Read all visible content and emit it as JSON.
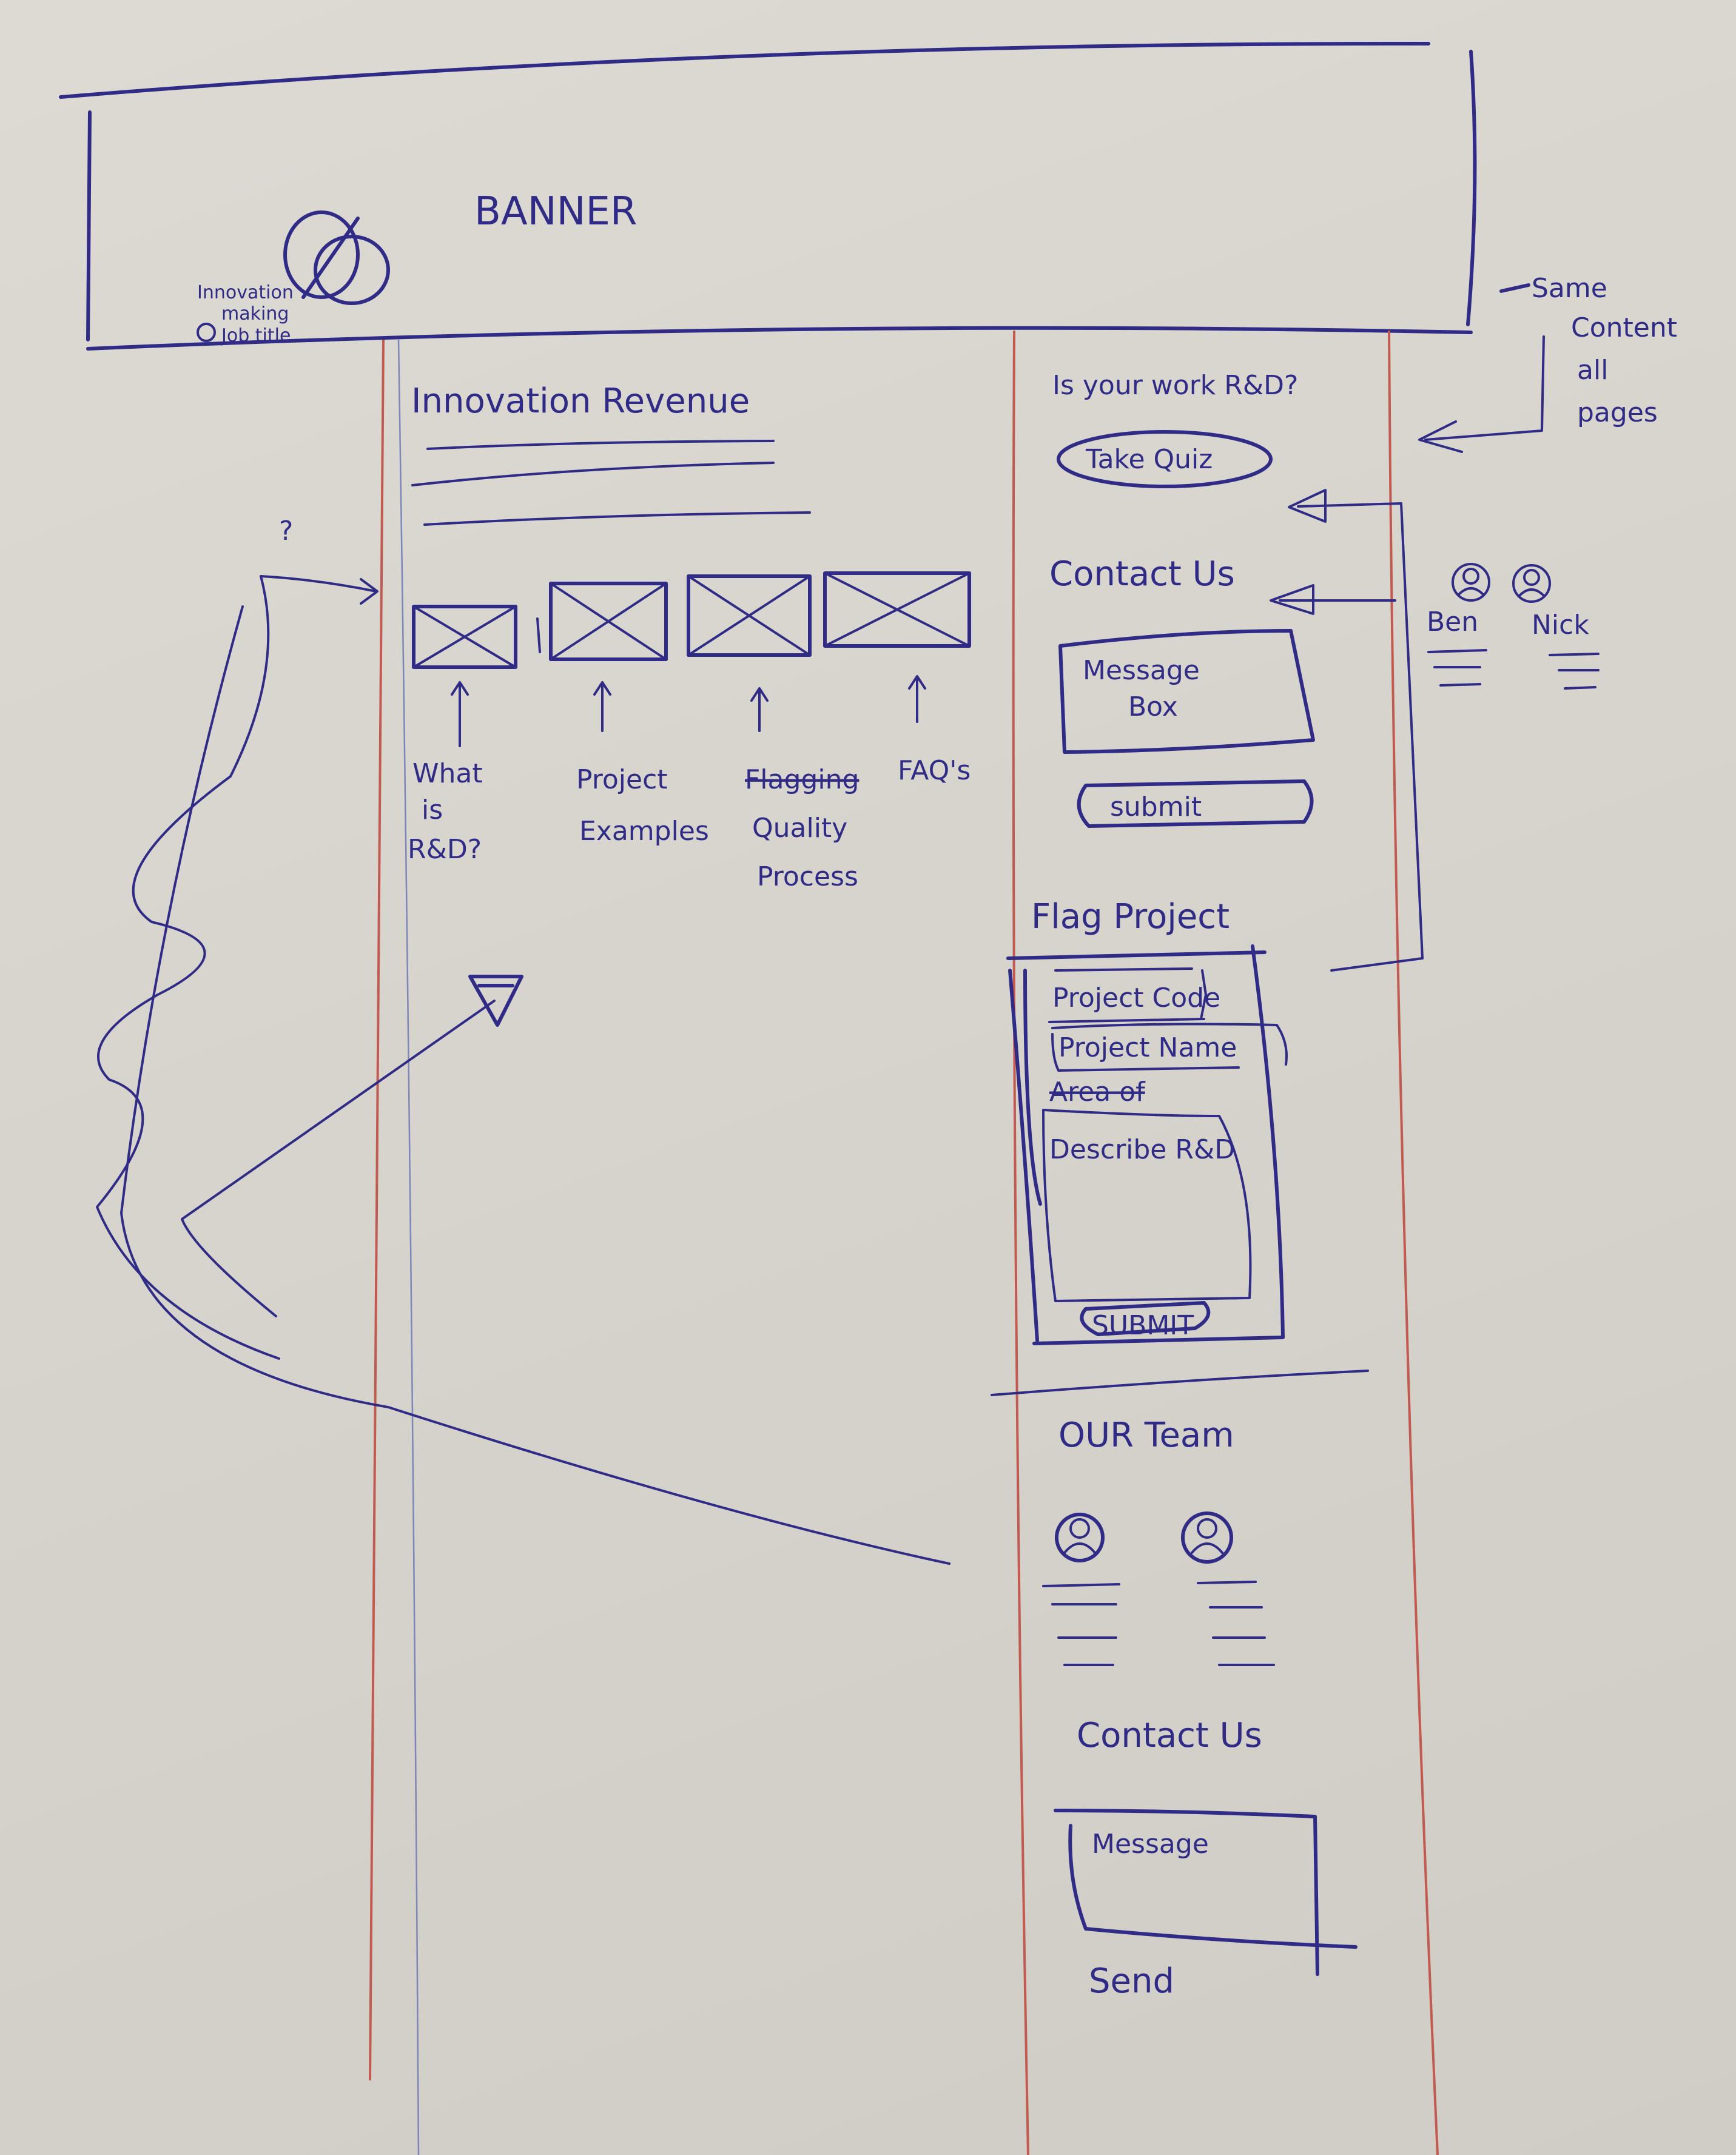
{
  "banner": {
    "title": "BANNER",
    "logo_caption": [
      "Innovation",
      "making",
      "Job title"
    ]
  },
  "main": {
    "heading": "Innovation Revenue",
    "tiles": [
      {
        "label": [
          "What",
          "is",
          "R&D?"
        ]
      },
      {
        "label": [
          "Project",
          "Examples"
        ]
      },
      {
        "struck_label": "Flagging",
        "label": [
          "Quality",
          "Process"
        ]
      },
      {
        "label": [
          "FAQ's"
        ]
      }
    ],
    "question_mark": "?"
  },
  "sidebar": {
    "quiz": {
      "question": "Is your work R&D?",
      "button": "Take Quiz"
    },
    "contact": {
      "heading": "Contact Us",
      "message_placeholder": [
        "Message",
        "Box"
      ],
      "submit": "submit"
    },
    "flag_project": {
      "heading": "Flag Project",
      "project_code": "Project Code",
      "project_name": "Project Name",
      "struck_label": "Area of",
      "describe": "Describe R&D",
      "submit": "SUBMIT"
    },
    "team": {
      "heading": "OUR Team"
    },
    "contact_bottom": {
      "heading": "Contact Us",
      "message_placeholder": "Message",
      "send": "Send"
    }
  },
  "annotations": {
    "same_content": [
      "Same",
      "Content",
      "all",
      "pages"
    ],
    "team_members": [
      "Ben",
      "Nick"
    ]
  },
  "colors": {
    "ink": "#2f2b86",
    "margin_lines": "#c25a52",
    "paper": "#d9d7d0"
  }
}
